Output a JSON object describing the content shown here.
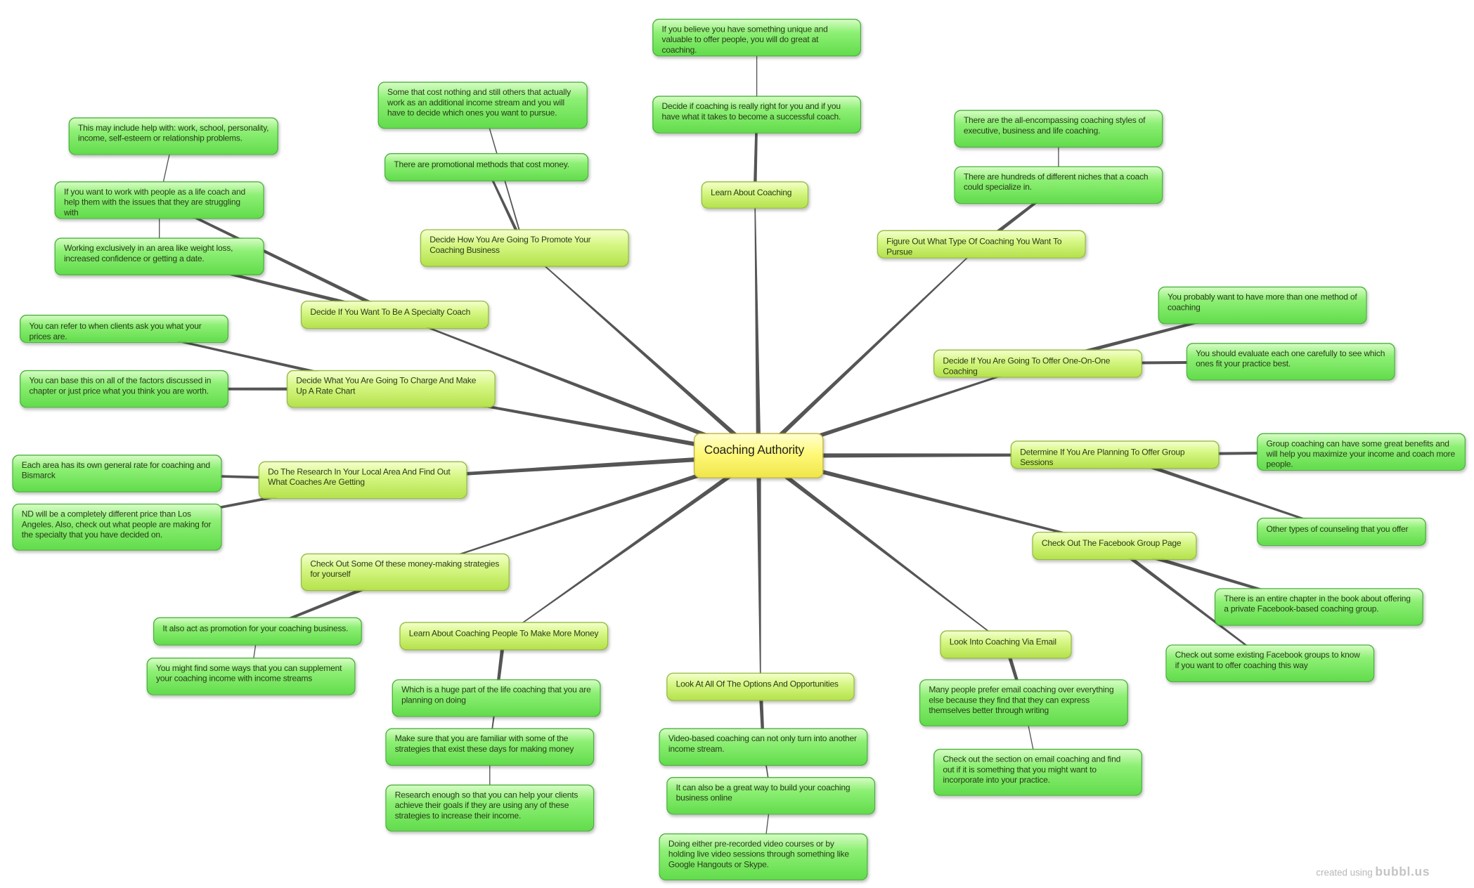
{
  "root": {
    "label": "Coaching Authority"
  },
  "branches": [
    {
      "label": "Learn About Coaching",
      "children": [
        "Decide if coaching is really right for you and if you have what it takes to become a successful coach.",
        "If you believe you have something unique and valuable to offer people, you will do great at coaching."
      ]
    },
    {
      "label": "Decide How You Are Going To Promote Your Coaching Business",
      "children": [
        "There are promotional methods that cost money.",
        "Some that cost nothing and still others that actually work as an additional income stream and you will have to decide which ones you want to pursue."
      ]
    },
    {
      "label": "Decide If You Want To Be A Specialty Coach",
      "children": [
        "If you want to work with people as a life coach and help them with the issues that they are struggling with",
        "Working exclusively in an area like weight loss, increased confidence or getting a date.",
        "This may include help with: work, school, personality, income, self-esteem or relationship problems."
      ]
    },
    {
      "label": "Decide What You Are Going To Charge And Make Up A Rate Chart",
      "children": [
        "You can refer to when clients ask you what your prices are.",
        "You can base this on all of the factors discussed in chapter or just price what you think you are worth."
      ]
    },
    {
      "label": "Do The Research In Your Local Area And Find Out What Coaches Are Getting",
      "children": [
        "Each area has its own general rate for coaching and Bismarck",
        "ND will be a completely different price than Los Angeles. Also, check out what people are making for the specialty that you have decided on."
      ]
    },
    {
      "label": "Check Out Some Of these money-making strategies for yourself",
      "children": [
        "It also act as promotion for your coaching business.",
        "You might find some ways that you can supplement your coaching income with income streams"
      ]
    },
    {
      "label": "Learn About Coaching People To Make More Money",
      "children": [
        "Which is a huge part of the life coaching that you are planning on doing",
        "Make sure that you are familiar with some of the strategies that exist these days for making money",
        "Research enough so that you can help your clients achieve their goals if they are using any of these strategies to increase their income."
      ]
    },
    {
      "label": "Look At All Of The Options And Opportunities",
      "children": [
        "Video-based coaching can not only turn into another income stream.",
        "It can also be a great way to build your coaching business online",
        "Doing either pre-recorded video courses or by holding  live video sessions through something like Google Hangouts or Skype."
      ]
    },
    {
      "label": "Look Into Coaching Via Email",
      "children": [
        "Many people prefer email coaching over everything else because they find that they can express themselves better through writing",
        "Check out the section on email coaching and find out if it is something that you might want to incorporate into your practice."
      ]
    },
    {
      "label": "Check Out The Facebook Group Page",
      "children": [
        "There is an entire chapter in the book about offering a private Facebook-based coaching group.",
        "Check out some existing Facebook groups to know if you want to offer coaching this way"
      ]
    },
    {
      "label": "Determine If You Are Planning To Offer Group Sessions",
      "children": [
        "Group coaching can have some great benefits and will help you maximize your income and coach more people.",
        "Other types of counseling that you offer"
      ]
    },
    {
      "label": "Decide If You Are Going To Offer One-On-One Coaching",
      "children": [
        "You probably want to have more than one method of coaching",
        "You should evaluate each one carefully to see which ones fit your practice best."
      ]
    },
    {
      "label": "Figure Out What Type Of Coaching You Want To Pursue",
      "children": [
        "There are hundreds of different niches that a coach could specialize in.",
        "There are the all-encompassing coaching styles of executive, business and life coaching."
      ]
    }
  ],
  "footer": {
    "prefix": "created using ",
    "brand": "bubbl.us"
  },
  "colors": {
    "link": "#555555",
    "leaf": "#62dc4c",
    "branch": "#b5e24c",
    "root": "#efe64a"
  }
}
